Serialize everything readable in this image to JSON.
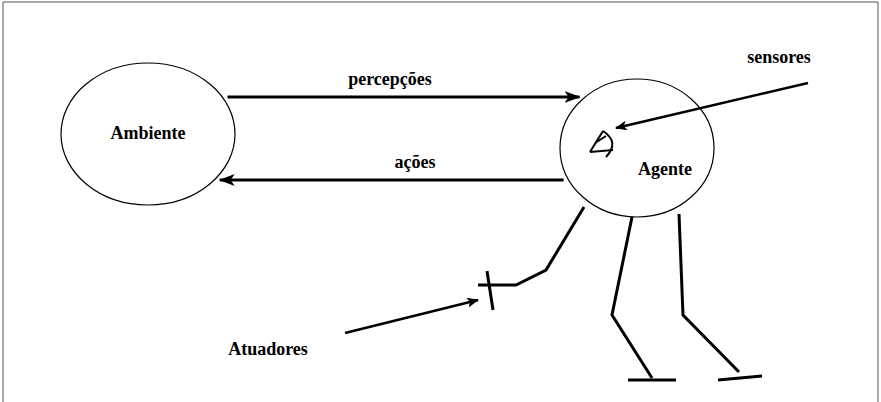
{
  "diagram": {
    "nodes": [
      {
        "text": [
          "Ambiente"
        ]
      },
      {
        "text": [
          "Agente"
        ]
      }
    ],
    "edges": [
      {
        "from": 0,
        "to": 1,
        "arrow": "to",
        "label": "percepções"
      },
      {
        "from": 1,
        "to": 0,
        "arrow": "to",
        "label": "ações"
      }
    ],
    "labels": [
      "sensores",
      "Atuadores"
    ]
  }
}
